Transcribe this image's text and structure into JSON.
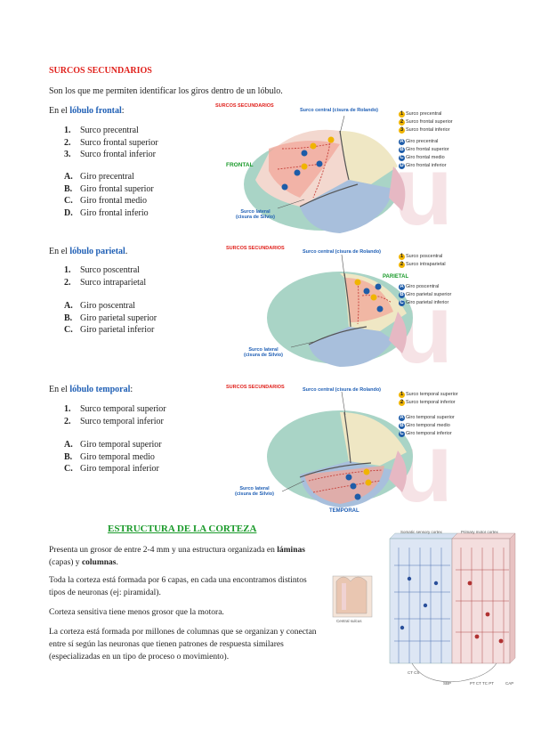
{
  "heading": "SURCOS SECUNDARIOS",
  "intro": "Son los que me permiten identificar los giros dentro de un lóbulo.",
  "frontal": {
    "prefix": "En el ",
    "lobe": "lóbulo frontal",
    "suffix": ":",
    "sulci": [
      {
        "n": "1.",
        "t": "Surco precentral"
      },
      {
        "n": "2.",
        "t": "Surco frontal superior"
      },
      {
        "n": "3.",
        "t": "Surco frontal inferior"
      }
    ],
    "gyri": [
      {
        "n": "A.",
        "t": "Giro precentral"
      },
      {
        "n": "B.",
        "t": "Giro frontal superior"
      },
      {
        "n": "C.",
        "t": "Giro frontal medio"
      },
      {
        "n": "D.",
        "t": "Giro frontal inferio"
      }
    ],
    "figure": {
      "title": "SURCOS SECUNDARIOS",
      "central": "Surco central (cisura de Rolando)",
      "lobe_label": "FRONTAL",
      "lateral": "Surco lateral (cisura de Silvio)",
      "legend_nums": [
        {
          "k": "1",
          "t": "Surco precentral"
        },
        {
          "k": "2",
          "t": "Surco frontal superior"
        },
        {
          "k": "3",
          "t": "Surco frontal inferior"
        }
      ],
      "legend_lets": [
        {
          "k": "A",
          "t": "Giro precentral"
        },
        {
          "k": "B",
          "t": "Giro frontal superior"
        },
        {
          "k": "C",
          "t": "Giro frontal medio"
        },
        {
          "k": "D",
          "t": "Giro frontal inferior"
        }
      ]
    }
  },
  "parietal": {
    "prefix": "En el ",
    "lobe": "lóbulo parietal",
    "suffix": ".",
    "sulci": [
      {
        "n": "1.",
        "t": "Surco poscentral"
      },
      {
        "n": "2.",
        "t": "Surco intraparietal"
      }
    ],
    "gyri": [
      {
        "n": "A.",
        "t": "Giro poscentral"
      },
      {
        "n": "B.",
        "t": "Giro parietal superior"
      },
      {
        "n": "C.",
        "t": "Giro parietal inferior"
      }
    ],
    "figure": {
      "title": "SURCOS SECUNDARIOS",
      "central": "Surco central (cisura de Rolando)",
      "lobe_label": "PARIETAL",
      "lateral": "Surco lateral (cisura de Silvio)",
      "legend_nums": [
        {
          "k": "1",
          "t": "Surco poscentral"
        },
        {
          "k": "2",
          "t": "Surco intraparietal"
        }
      ],
      "legend_lets": [
        {
          "k": "A",
          "t": "Giro poscentral"
        },
        {
          "k": "B",
          "t": "Giro parietal superior"
        },
        {
          "k": "C",
          "t": "Giro parietal inferior"
        }
      ]
    }
  },
  "temporal": {
    "prefix": "En el ",
    "lobe": "lóbulo temporal",
    "suffix": ":",
    "sulci": [
      {
        "n": "1.",
        "t": "Surco temporal superior"
      },
      {
        "n": "2.",
        "t": "Surco temporal inferior"
      }
    ],
    "gyri": [
      {
        "n": "A.",
        "t": "Giro temporal superior"
      },
      {
        "n": "B.",
        "t": "Giro temporal medio"
      },
      {
        "n": "C.",
        "t": "Giro temporal inferior"
      }
    ],
    "figure": {
      "title": "SURCOS SECUNDARIOS",
      "central": "Surco central (cisura de Rolando)",
      "lobe_label": "TEMPORAL",
      "lateral": "Surco lateral (cisura de Silvio)",
      "legend_nums": [
        {
          "k": "1",
          "t": "Surco temporal superior"
        },
        {
          "k": "2",
          "t": "Surco temporal inferior"
        }
      ],
      "legend_lets": [
        {
          "k": "A",
          "t": "Giro temporal superior"
        },
        {
          "k": "B",
          "t": "Giro temporal medio"
        },
        {
          "k": "C",
          "t": "Giro temporal inferior"
        }
      ]
    }
  },
  "cortex": {
    "heading": "ESTRUCTURA DE LA CORTEZA",
    "p1_a": "Presenta un grosor de entre 2-4 mm y una estructura organizada en ",
    "p1_b": "láminas",
    "p1_c": " (capas) y ",
    "p1_d": "columnas",
    "p1_e": ".",
    "p2": "Toda la corteza está formada por 6 capas, en cada una encontramos distintos tipos de neuronas (ej: piramidal).",
    "p3": "Corteza sensitiva tiene menos grosor que la motora.",
    "p4": "La corteza está formada por millones de columnas que se organizan y conectan entre sí según las neuronas que tienen patrones de respuesta similares (especializadas en un tipo de proceso o movimiento).",
    "fig_labels": {
      "sensory": "Somatic sensory cortex",
      "motor": "Primary motor cortex",
      "inset": "Central sulcus",
      "bottom_left": "CT  CS",
      "bottom_right_a": "SBP",
      "bottom_right_b": "PT  CT  TC  PT",
      "bottom_right_c": "CAP"
    }
  },
  "colors": {
    "red": "#e0201b",
    "blue": "#1f5fb5",
    "green": "#1a9a2a",
    "frontal_lobe": "#f3d8cf",
    "parietal_lobe": "#efe7c4",
    "temporal_lobe": "#a8bfdc",
    "occipital_lobe": "#e6b8c3",
    "other_lobe": "#a9d4c6"
  }
}
